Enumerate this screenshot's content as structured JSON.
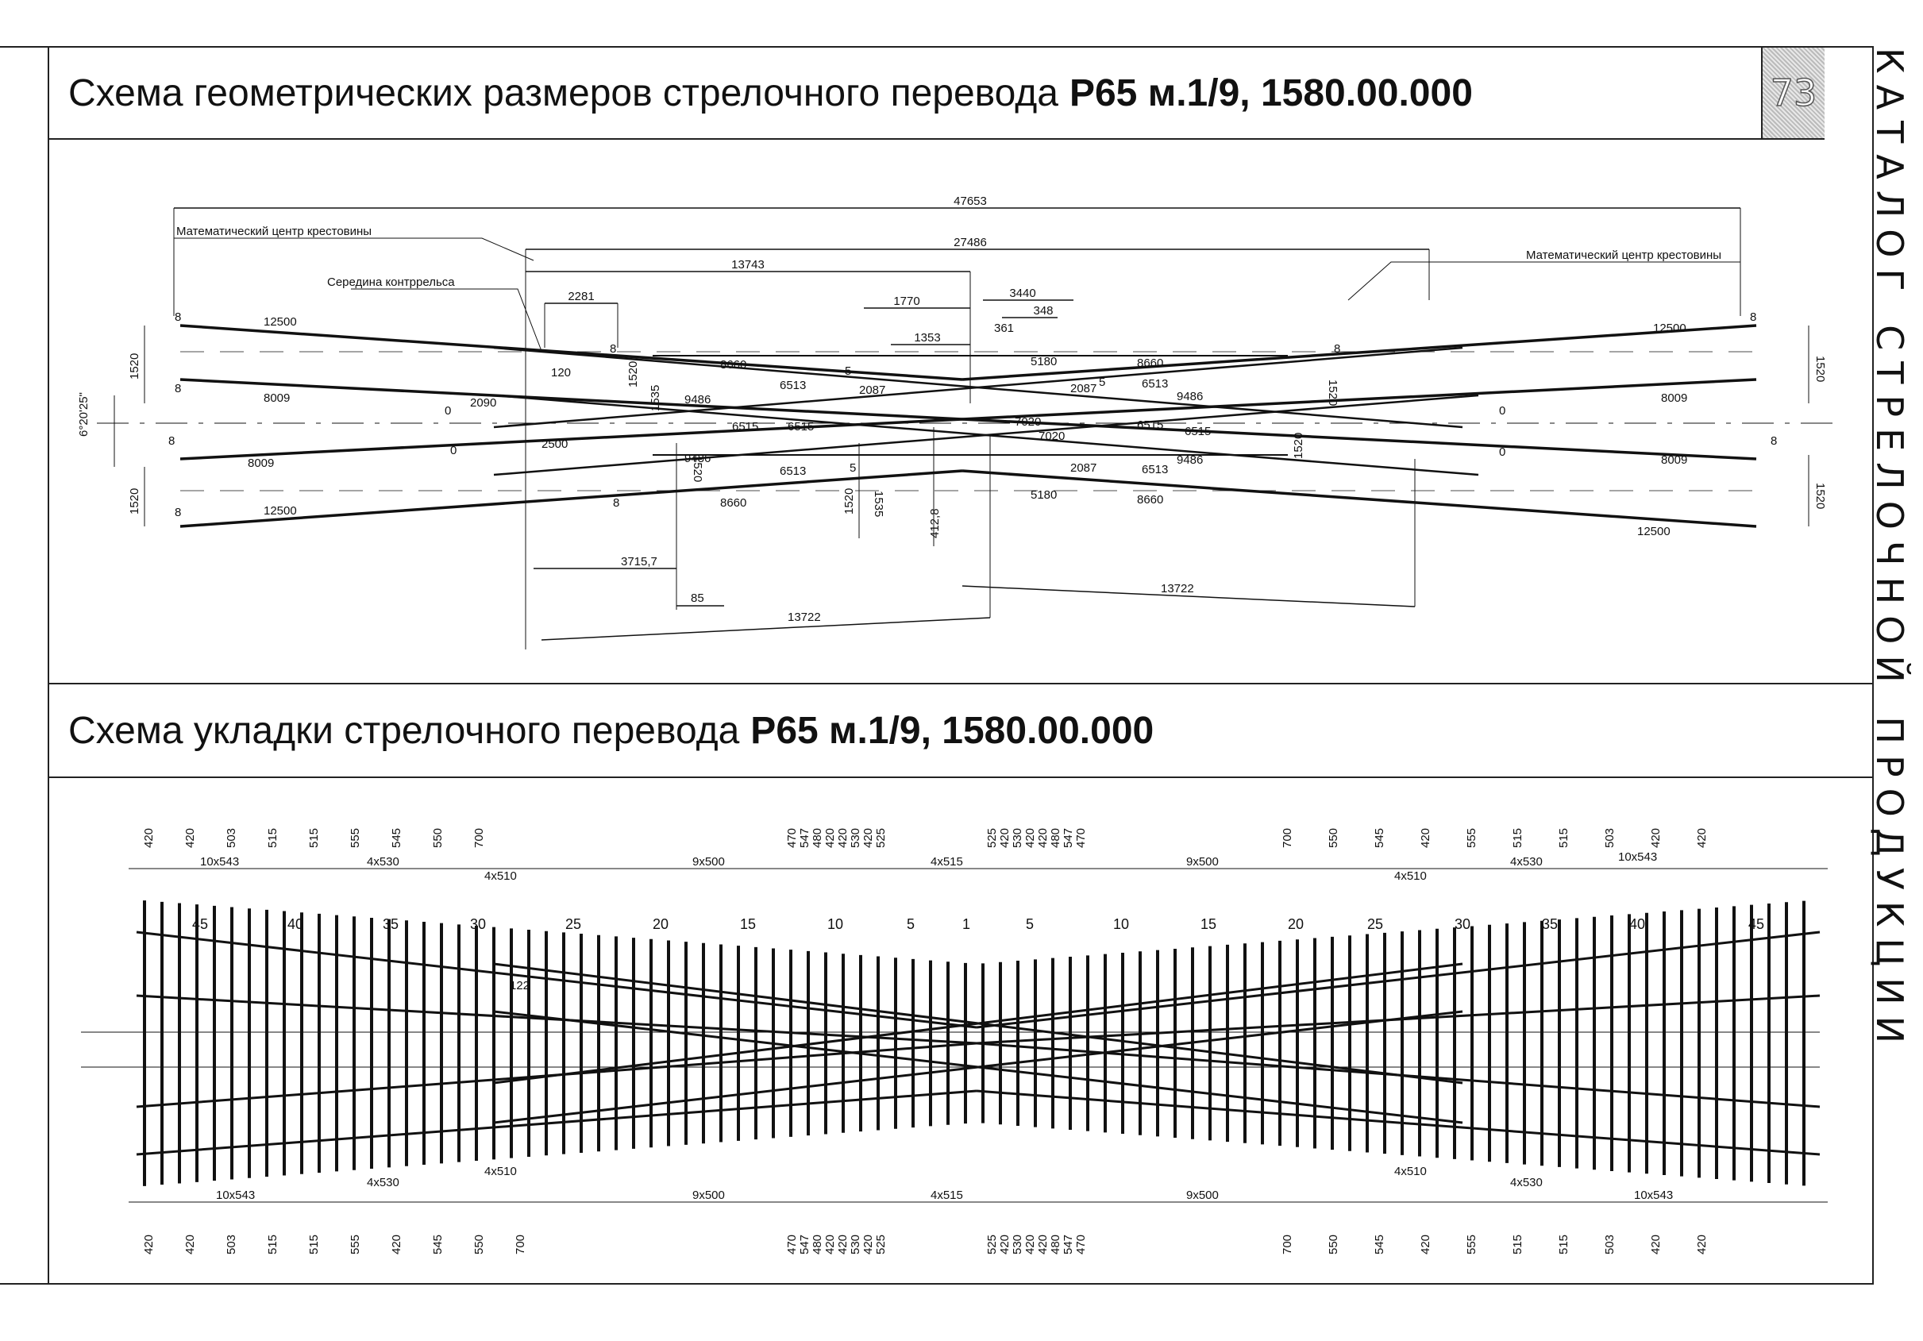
{
  "header": {
    "title1_text": "Схема геометрических размеров стрелочного перевода",
    "title1_bold": "Р65 м.1/9, 1580.00.000",
    "page_number": "73",
    "side_text": "КАТАЛОГ СТРЕЛОЧНОЙ ПРОДУКЦИИ"
  },
  "geometry_diagram": {
    "labels": {
      "math_center_left": "Математический центр крестовины",
      "math_center_right": "Математический центр крестовины",
      "counter_rail_middle": "Середина контррельса",
      "angle": "6°20'25\""
    },
    "dimensions": {
      "total": "47653",
      "span": "27486",
      "half_left": "13743",
      "d2281": "2281",
      "d1770": "1770",
      "d1353": "1353",
      "d3440": "3440",
      "d348": "348",
      "d361": "361",
      "d12500": "12500",
      "d8009": "8009",
      "d8660": "8660",
      "d6513": "6513",
      "d9486": "9486",
      "d6515": "6515",
      "d5180": "5180",
      "d7020": "7020",
      "d2087": "2087",
      "d2090": "2090",
      "d2500": "2500",
      "d120": "120",
      "d1520": "1520",
      "d1535": "1535",
      "d3715": "3715,7",
      "d85": "85",
      "d13722": "13722",
      "d412": "412,8",
      "n8": "8",
      "n0": "0",
      "n5": "5"
    }
  },
  "layout_title": {
    "text": "Схема укладки стрелочного перевода",
    "bold": "Р65 м.1/9, 1580.00.000"
  },
  "layout_diagram": {
    "top_left_groups": [
      "10x543",
      "4x530",
      "4x510"
    ],
    "top_left_singles": [
      "420",
      "420",
      "503",
      "515",
      "515",
      "555",
      "545",
      "550",
      "700"
    ],
    "center_group_left": "9x500",
    "center_top_singles": [
      "470",
      "547",
      "480",
      "420",
      "420",
      "530",
      "420",
      "525"
    ],
    "center_group_mid": "4x515",
    "center_top_singles_right": [
      "525",
      "420",
      "530",
      "420",
      "420",
      "480",
      "547",
      "470"
    ],
    "center_group_right": "9x500",
    "top_right_singles": [
      "700",
      "550",
      "545",
      "420",
      "555",
      "515",
      "515",
      "503",
      "420",
      "420"
    ],
    "top_right_groups": [
      "4x510",
      "4x530",
      "10x543"
    ],
    "sleeper_numbers": [
      "45",
      "40",
      "35",
      "30",
      "25",
      "20",
      "15",
      "10",
      "5",
      "1",
      "5",
      "10",
      "15",
      "20",
      "25",
      "30",
      "35",
      "40",
      "45"
    ],
    "label_122": "122",
    "bottom_left_groups": [
      "10x543",
      "4x530",
      "4x510"
    ],
    "bottom_left_singles": [
      "420",
      "420",
      "503",
      "515",
      "515",
      "555",
      "420",
      "545",
      "550",
      "700"
    ],
    "bottom_center_group_left": "9x500",
    "bottom_center_group_mid": "4x515",
    "bottom_center_group_right": "9x500",
    "bottom_right_groups": [
      "4x510",
      "4x530",
      "10x543"
    ],
    "bottom_right_singles": [
      "700",
      "550",
      "545",
      "420",
      "555",
      "515",
      "515",
      "503",
      "420",
      "420"
    ]
  }
}
